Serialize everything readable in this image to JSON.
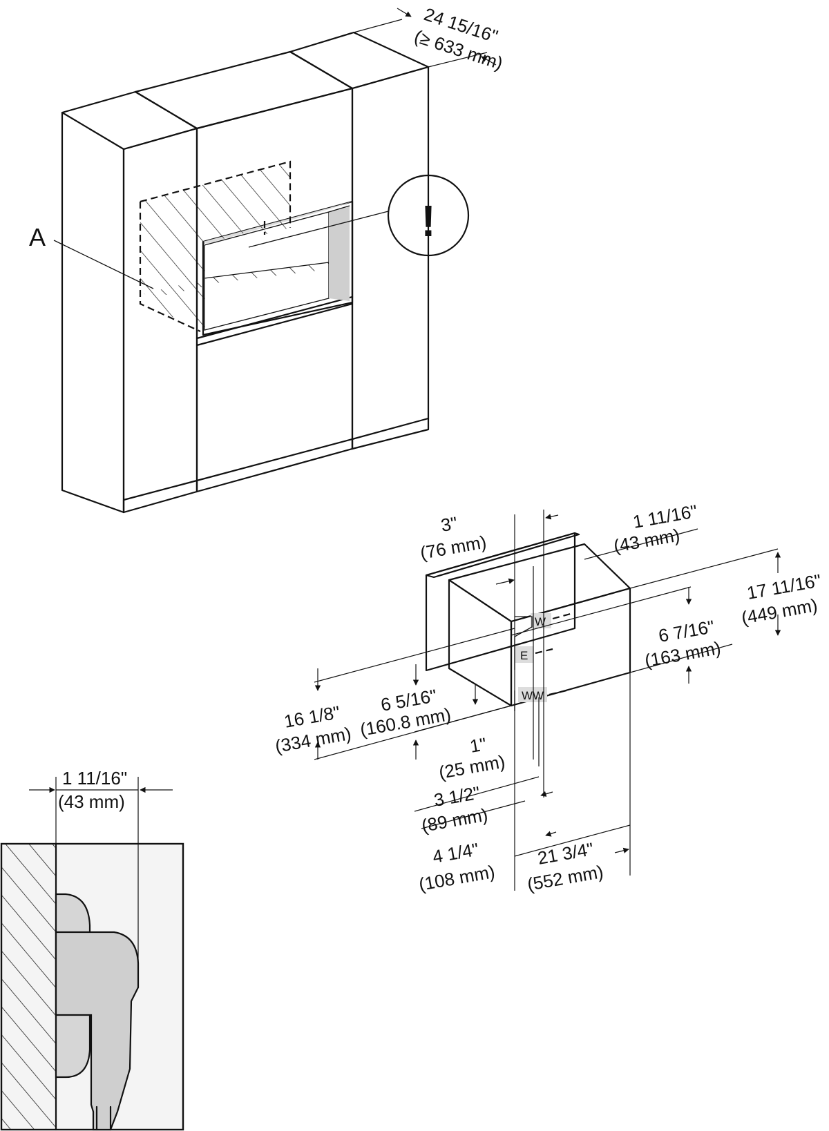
{
  "callouts": {
    "a_label": "A",
    "warning_symbol": "!"
  },
  "top_dimension": {
    "inch": "24 15/16\"",
    "mm": "(≥ 633 mm)"
  },
  "niche_dimensions": {
    "d_3": {
      "inch": "3\"",
      "mm": "(76 mm)"
    },
    "d_1_11_16": {
      "inch": "1 11/16\"",
      "mm": "(43 mm)"
    },
    "d_17_11_16": {
      "inch": "17 11/16\"",
      "mm": "(449 mm)"
    },
    "d_6_7_16": {
      "inch": "6 7/16\"",
      "mm": "(163 mm)"
    },
    "d_16_1_8": {
      "inch": "16 1/8\"",
      "mm": "(334 mm)"
    },
    "d_6_5_16": {
      "inch": "6 5/16\"",
      "mm": "(160.8 mm)"
    },
    "d_1": {
      "inch": "1\"",
      "mm": "(25 mm)"
    },
    "d_3_1_2": {
      "inch": "3 1/2\"",
      "mm": "(89 mm)"
    },
    "d_4_1_4": {
      "inch": "4 1/4\"",
      "mm": "(108 mm)"
    },
    "d_21_3_4": {
      "inch": "21 3/4\"",
      "mm": "(552 mm)"
    }
  },
  "connection_labels": {
    "w": "W",
    "e": "E",
    "ww": "WW"
  },
  "detail_dimension": {
    "inch": "1 11/16\"",
    "mm": "(43 mm)"
  }
}
